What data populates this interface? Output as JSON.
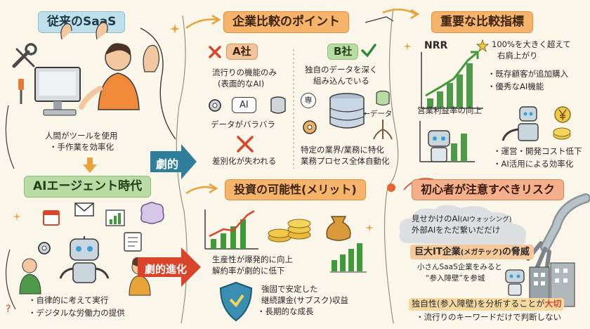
{
  "left": {
    "title_traditional": "従来のSaaS",
    "traditional_desc_1": "人間がツールを使用",
    "traditional_desc_2": "手作業を効率化",
    "title_agent": "AIエージェント時代",
    "agent_desc_1": "自律的に考えて実行",
    "agent_desc_2": "デジタルな労働力の提供"
  },
  "arrows": {
    "dramatic": "劇的",
    "dramatic_evolution": "劇的進化"
  },
  "compare": {
    "title": "企業比較のポイント",
    "a_label": "A社",
    "a_desc_1": "流行りの機能のみ",
    "a_desc_2": "(表面的なAI)",
    "a_ai": "AI",
    "a_data_scattered": "データがバラバラ",
    "a_loss": "差別化が失われる",
    "b_label": "B社",
    "b_desc_1": "独自のデータを深く",
    "b_desc_2": "組み込んでいる",
    "b_specialty": "専",
    "b_data": "←データ",
    "b_result_1": "特定の業界/業務に特化",
    "b_result_2": "業務プロセス全体自動化"
  },
  "invest": {
    "title": "投資の可能性(メリット)",
    "line_1": "生産性が爆発的に向上",
    "line_2": "解約率が劇的に低下",
    "sub_1": "強固で安定した",
    "sub_2": "継続課金(サブスク)収益",
    "sub_3": "・長期的な成長"
  },
  "metrics": {
    "title": "重要な比較指標",
    "nrr_label": "NRR",
    "nrr_desc_1": "100%を大きく超えて",
    "nrr_desc_2": "右肩上がり",
    "nrr_point_1": "・既存顧客が追加購入",
    "nrr_point_2": "・優秀なAI機能",
    "op_label": "営業利益率の向上",
    "op_point_1": "・運営・開発コスト低下",
    "op_point_2": "・AI活用による効率化"
  },
  "risks": {
    "title": "初心者が注意すべきリスク",
    "risk1_1": "見せかけのAI",
    "risk1_1b": "(AIウォッシング)",
    "risk1_2": "外部AIをただ繋いだだけ",
    "risk2_title": "巨大IT企業",
    "risk2_title_b": "(メガテック)",
    "risk2_title_c": "の脅威",
    "risk2_1": "小さんSaaS企業をみると",
    "risk2_2": "“参入障壁”を参城",
    "risk3_title": "独自性(参入障壁)を分析することが",
    "risk3_title_b": "大切",
    "risk3_1": "・流行りのキーワードだけで判断しない"
  },
  "icons": [
    "wrench-icon",
    "screwdriver-icon",
    "computer-icon",
    "person-icon",
    "robot-icon",
    "brain-icon",
    "calendar-icon",
    "mail-icon",
    "chart-icon",
    "database-icon",
    "gear-icon",
    "shield-icon",
    "coins-icon",
    "yen-icon",
    "factory-icon",
    "robot-arm-icon",
    "cloud-icon"
  ],
  "colors": {
    "background": "#fbf6ea",
    "blue": "#bfe0ea",
    "orange": "#f6b36a",
    "green": "#b9dba4",
    "teal_arrow": "#2f7f9a",
    "accent_red": "#d9452b",
    "chart_green": "#3f9a3a"
  }
}
